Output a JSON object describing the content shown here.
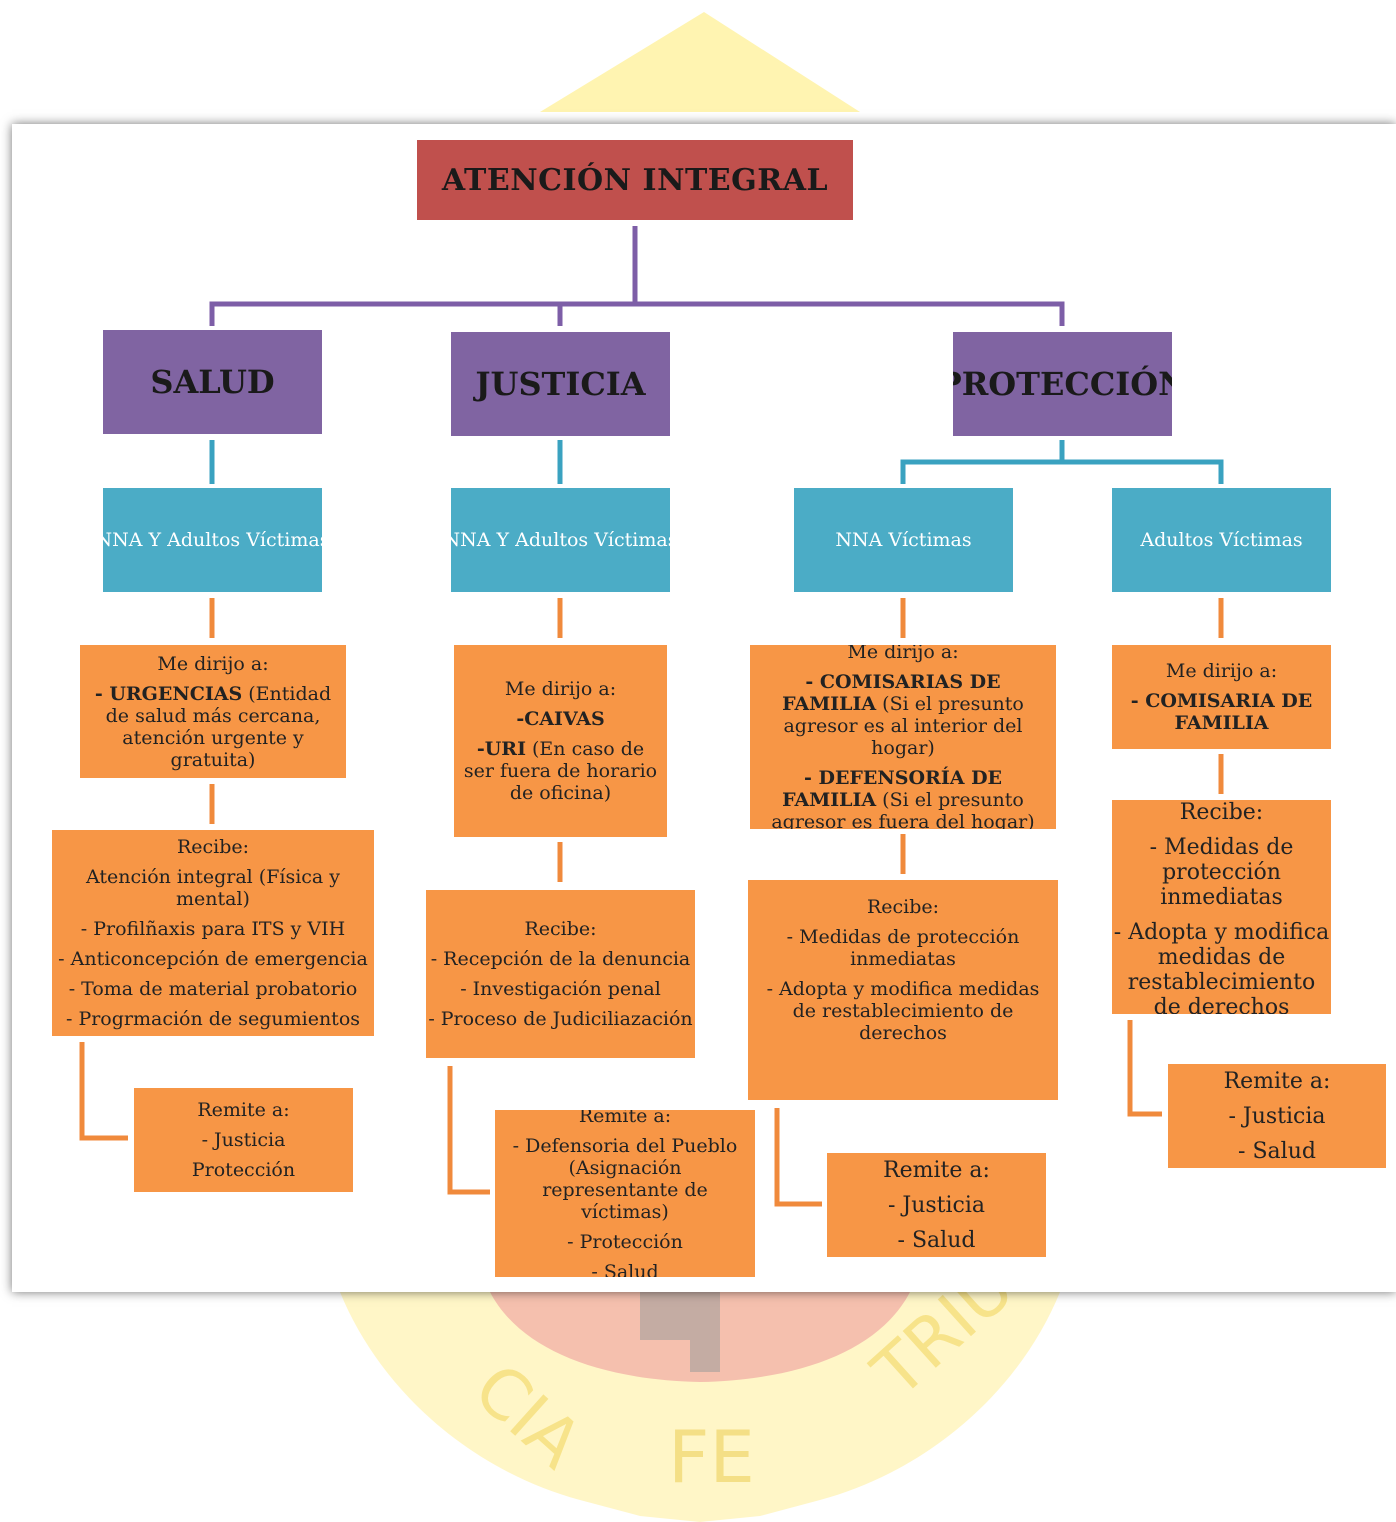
{
  "title": "ATENCIÓN INTEGRAL",
  "categories": {
    "salud": "SALUD",
    "justicia": "JUSTICIA",
    "proteccion": "PROTECCIÓN"
  },
  "targets": {
    "salud": "NNA Y Adultos Víctimas",
    "justicia": "NNA Y Adultos Víctimas",
    "proteccion_nna": "NNA Víctimas",
    "proteccion_adultos": "Adultos Víctimas"
  },
  "salud": {
    "dirijo_header": "Me dirijo a:",
    "dirijo_bold": "- URGENCIAS",
    "dirijo_rest": " (Entidad de salud más cercana, atención urgente y gratuita)",
    "recibe_header": "Recibe:",
    "recibe_items": [
      "Atención integral (Física y mental)",
      "- Profilñaxis para ITS y VIH",
      "-  Anticoncepción de emergencia",
      "- Toma de material probatorio",
      "- Progrmación de segumientos"
    ],
    "remite_header": "Remite a:",
    "remite_items": [
      "- Justicia",
      "Protección"
    ]
  },
  "justicia": {
    "dirijo_header": "Me dirijo a:",
    "dirijo_caivas": "-CAIVAS",
    "dirijo_uri_bold": "-URI",
    "dirijo_uri_rest": " (En caso de ser fuera de horario de oficina)",
    "recibe_header": "Recibe:",
    "recibe_items": [
      "- Recepción de la denuncia",
      "- Investigación penal",
      "- Proceso de Judiciliazación"
    ],
    "remite_header": "Remite a:",
    "remite_items": [
      "- Defensoria del Pueblo (Asignación representante de víctimas)",
      "- Protección",
      "- Salud"
    ]
  },
  "proteccion_nna": {
    "dirijo_header": "Me dirijo a:",
    "item1_bold": "- COMISARIAS DE FAMILIA",
    "item1_rest": " (Si el presunto agresor es al interior del hogar)",
    "item2_bold": "- DEFENSORÍA DE FAMILIA",
    "item2_rest": " (Si el presunto agresor es fuera del hogar)",
    "recibe_header": "Recibe:",
    "recibe_items": [
      "- Medidas de protección inmediatas",
      "- Adopta y modifica medidas de restablecimiento de derechos"
    ],
    "remite_header": "Remite a:",
    "remite_items": [
      "- Justicia",
      "- Salud"
    ]
  },
  "proteccion_adultos": {
    "dirijo_header": "Me dirijo a:",
    "dirijo_bold": "- COMISARIA DE FAMILIA",
    "recibe_header": "Recibe:",
    "recibe_items": [
      "- Medidas de protección inmediatas",
      "- Adopta y modifica medidas de restablecimiento de derechos"
    ],
    "remite_header": "Remite a:",
    "remite_items": [
      "- Justicia",
      "- Salud"
    ]
  },
  "watermark": {
    "left": "CIA",
    "right": "TRIU",
    "bottom": "FE"
  },
  "colors": {
    "title_box": "#c0504d",
    "category_box": "#8064a2",
    "target_box": "#4bacc6",
    "info_box": "#f79646",
    "purple_line": "#7d5ea7",
    "teal_line": "#3aa2c0",
    "orange_line": "#f08a3c"
  }
}
